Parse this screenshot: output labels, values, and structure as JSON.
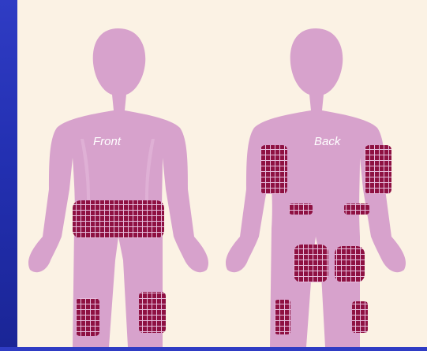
{
  "labels": {
    "front": "Front",
    "back": "Back"
  },
  "colors": {
    "background_blue": "#2330b2",
    "panel": "#fbf2e4",
    "body_fill": "#d7a2cc",
    "body_highlight": "#e6bcdc",
    "injection_site": "#8e1142",
    "grid_line": "#e6bcdc",
    "label_text": "#ffffff"
  },
  "figures": [
    {
      "view": "front",
      "injection_sites": [
        "abdomen",
        "left-thigh",
        "right-thigh"
      ]
    },
    {
      "view": "back",
      "injection_sites": [
        "left-upper-arm",
        "right-upper-arm",
        "left-lower-back",
        "right-lower-back",
        "left-buttock",
        "right-buttock",
        "left-back-thigh",
        "right-back-thigh"
      ]
    }
  ]
}
